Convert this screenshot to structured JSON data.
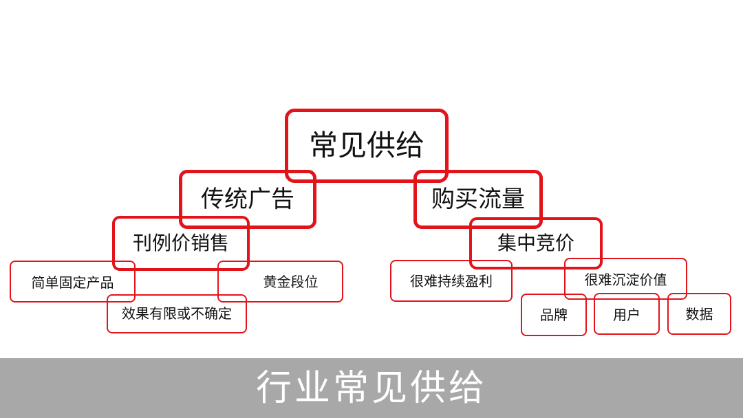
{
  "diagram": {
    "nodes": {
      "root": "常见供给",
      "traditional_ads": "传统广告",
      "buy_traffic": "购买流量",
      "publication_sales": "刊例价销售",
      "centralized_bidding": "集中竞价",
      "simple_fixed_products": "简单固定产品",
      "golden_slots": "黄金段位",
      "limited_uncertain_effect": "效果有限或不确定",
      "hard_sustain_profit": "很难持续盈利",
      "hard_accumulate_value": "很难沉淀价值",
      "brand": "品牌",
      "users": "用户",
      "data": "数据"
    },
    "colors": {
      "border": "#e3131a",
      "footer_bg": "#a8a8a8",
      "footer_text": "#ffffff"
    }
  },
  "footer": {
    "title": "行业常见供给"
  }
}
